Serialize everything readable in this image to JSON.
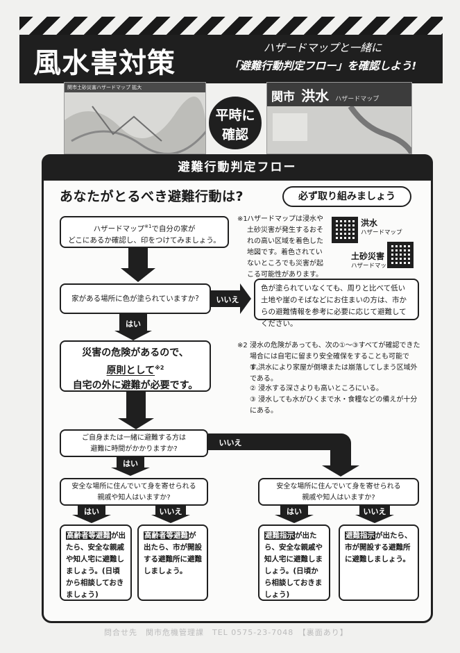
{
  "header": {
    "title": "風水害対策",
    "subtitle_line1": "ハザードマップと一緒に",
    "subtitle_line2": "「避難行動判定フロー」を確認しよう!"
  },
  "maps": {
    "left_caption": "関市土砂災害ハザードマップ 拡大",
    "right_title": "関市",
    "right_sub": "洪水",
    "right_label": "ハザードマップ",
    "badge_line1": "平時に",
    "badge_line2": "確認"
  },
  "panel": {
    "title": "避難行動判定フロー",
    "question": "あなたがとるべき避難行動は?",
    "pill": "必ず取り組みましょう"
  },
  "flow": {
    "step1": "ハザードマップ※1で自分の家がどこにあるか確認し、印をつけてみましょう。",
    "step1_a": "ハザードマップ",
    "step1_sup": "※1",
    "step1_b": "で自分の家が",
    "step1_c": "どこにあるか確認し、印をつけてみましょう。",
    "q1": "家がある場所に色が塗られていますか?",
    "no": "いいえ",
    "yes": "はい",
    "no_result": "色が塗られていなくても、周りと比べて低い土地や崖のそばなどにお住まいの方は、市からの避難情報を参考に必要に応じて避難してください。",
    "danger_line1": "災害の危険があるので、",
    "danger_line2a": "原則として",
    "danger_sup": "※2",
    "danger_line3": "自宅の外に避難が必要です。",
    "q2_line1": "ご自身または一緒に避難する方は",
    "q2_line2": "避難に時間がかかりますか?",
    "q3_line1": "安全な場所に住んでいて身を寄せられる",
    "q3_line2": "親戚や知人はいますか?",
    "r1_hl": "高齢者等避難",
    "r1": "が出たら、安全な親戚や知人宅に避難しましょう。(日頃から相談しておきましょう)",
    "r2_hl": "高齢者等避難",
    "r2": "が出たら、市が開設する避難所に避難しましょう。",
    "r3_hl": "避難指示",
    "r3": "が出たら、安全な親戚や知人宅に避難しましょう。(日頃から相談しておきましょう)",
    "r4_hl": "避難指示",
    "r4": "が出たら、市が開設する避難所に避難しましょう。"
  },
  "notes": {
    "n1_mark": "※1",
    "n1": "ハザードマップは浸水や土砂災害が発生するおそれの高い区域を着色した地図です。着色されていないところでも災害が起こる可能性があります。",
    "qr1_label": "洪水",
    "qr1_sub": "ハザードマップ",
    "qr2_label": "土砂災害",
    "qr2_sub": "ハザードマップ",
    "n2_mark": "※2",
    "n2": "浸水の危険があっても、次の①〜③すべてが確認できた場合には自宅に留まり安全確保をすることも可能です。",
    "n2_1": "① 洪水により家屋が倒壊または崩落してしまう区域外である。",
    "n2_2": "② 浸水する深さよりも高いところにいる。",
    "n2_3": "③ 浸水しても水がひくまで水・食糧などの備えが十分にある。"
  },
  "footer": {
    "text": "問合せ先　関市危機管理課　TEL 0575-23-7048　【裏面あり】"
  }
}
